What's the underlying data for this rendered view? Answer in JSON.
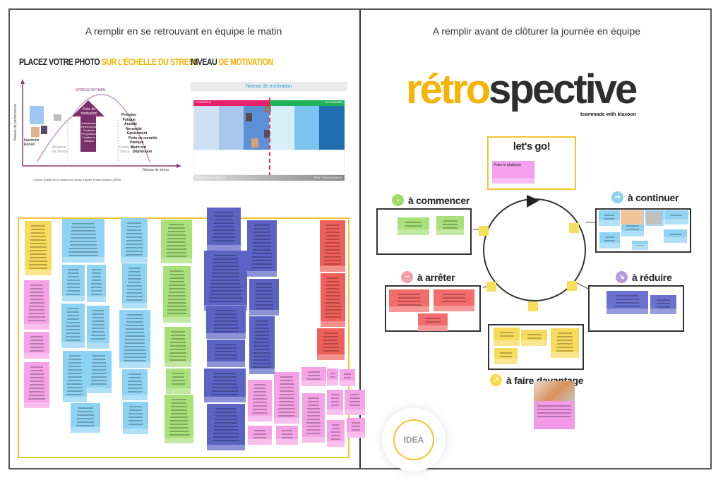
{
  "left": {
    "header": "A remplir en se retrouvant en équipe le matin",
    "stress_title": {
      "black": "PLACEZ VOTRE PHOTO ",
      "yellow": "SUR L'ÉCHELLE DU STRESS"
    },
    "motivation_title": {
      "black": "NIVEAU ",
      "yellow": "DE MOTIVATION"
    },
    "stress_chart": {
      "optimal": "STRESS OPTIMAL",
      "zone": "Zone de motivation",
      "arrow_items": "Satisfaction Performance Créativité Progression Confiance Initiative",
      "absence": "Absence de Stress",
      "exces": "Excès de Stress",
      "inactivite": "Inactivité Ennui!",
      "symptoms": [
        "Pression",
        "Fatigue",
        "Anxiété",
        "Nervosité",
        "Epuisement",
        "Perte de contrôle",
        "Panique",
        "Burn out",
        "Dépression"
      ],
      "xlabel": "Niveau de stress",
      "ylabel": "Niveau de performance",
      "caption": "Courbe d'utilité de la réaction au stress d'après Yerkes-Dodson (1908)"
    },
    "motivation_chart": {
      "title": "Niveau de motivation",
      "left_band": "CONTRÔLE",
      "right_band": "AUTONOMIE",
      "low": "FAIBLE ENGAGEMENT",
      "high": "FORT ENGAGEMENT"
    }
  },
  "right": {
    "header": "A remplir avant de clôturer la journée en équipe",
    "logo": {
      "yellow": "rétro",
      "dark": "spective",
      "tagline": "teammade with klaxoon"
    },
    "letsgo": {
      "title": "let's go!",
      "note": "Faire le plaidoyer"
    },
    "sections": {
      "commencer": "à commencer",
      "continuer": "à continuer",
      "arreter": "à arrêter",
      "reduire": "à réduire",
      "davantage": "à faire davantage"
    },
    "idea": "IDEA"
  },
  "colors": {
    "yellow": "#f4b400",
    "blue": "#8fd3f4",
    "green": "#a8e07a",
    "purple": "#5b63c4",
    "red": "#f0605a",
    "pink": "#f5a3e6",
    "note_yellow": "#f7dc5c"
  }
}
